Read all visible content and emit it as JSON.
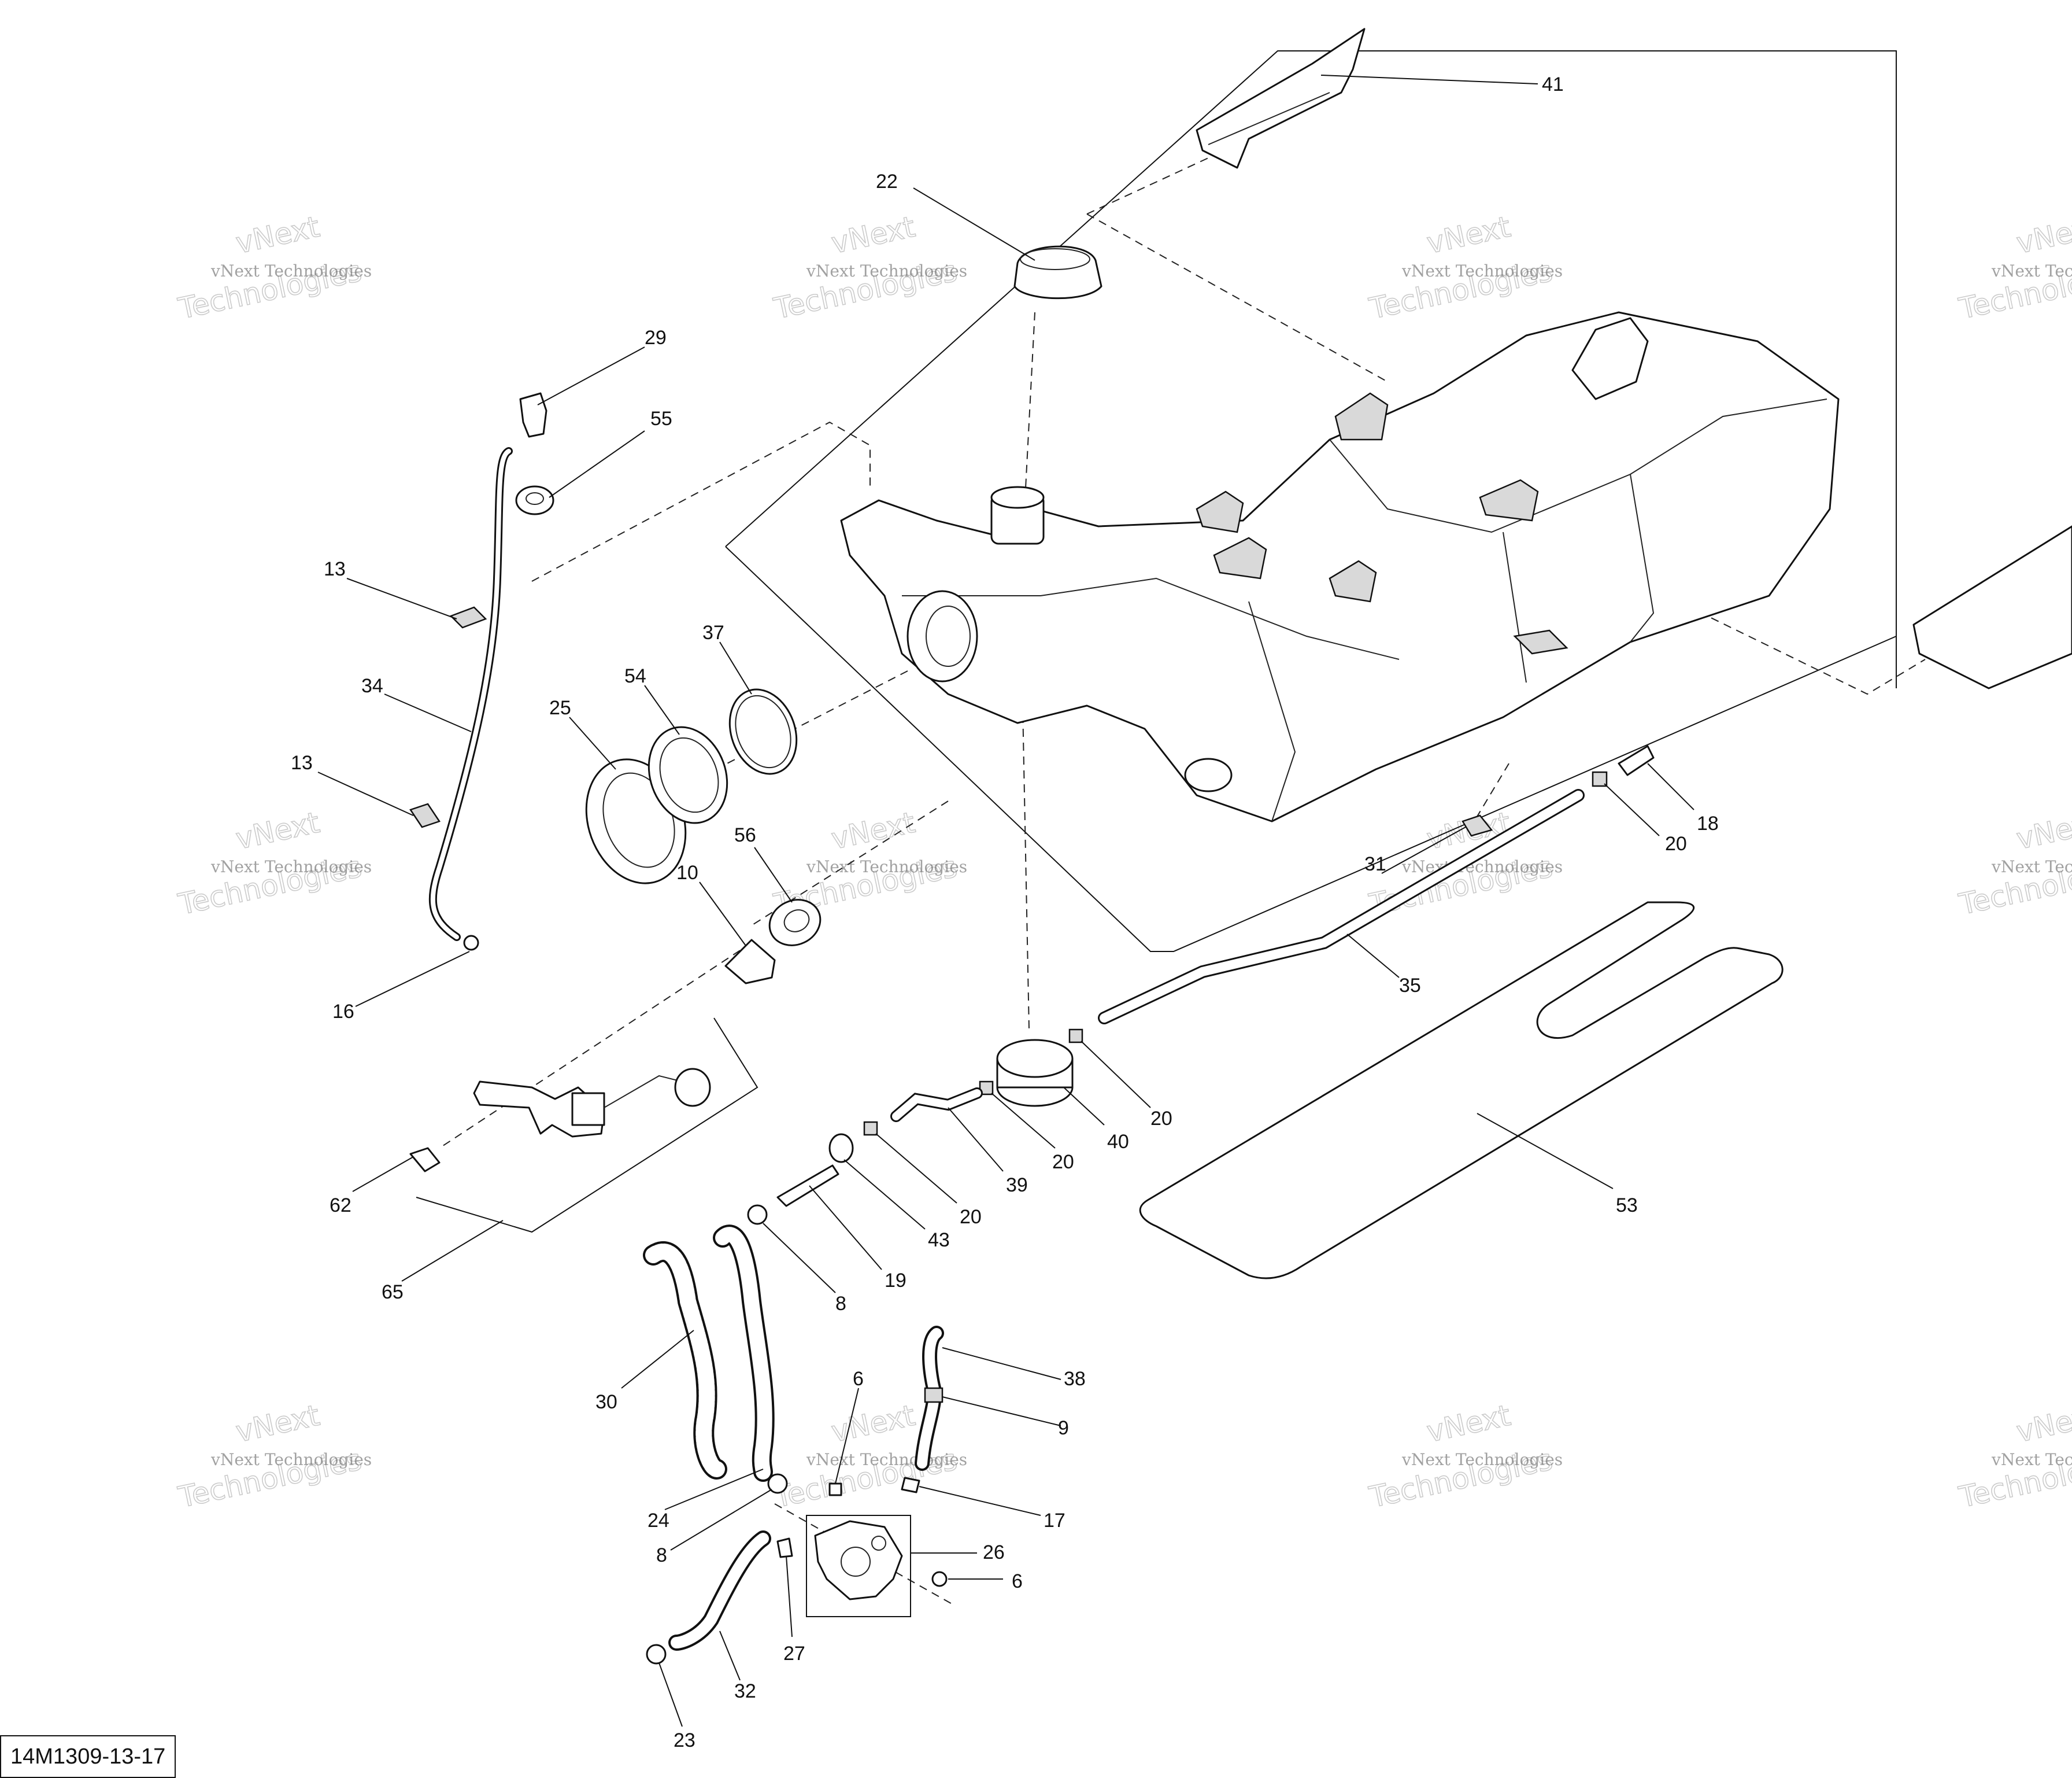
{
  "diagram_code": "14M1309-13-17",
  "watermark": {
    "line1": "vNext",
    "line2": "vNext Technologies",
    "line3": "Technologies"
  },
  "callouts": {
    "p41": "41",
    "p22": "22",
    "p29": "29",
    "p55": "55",
    "p13a": "13",
    "p34": "34",
    "p13b": "13",
    "p16": "16",
    "p25": "25",
    "p54": "54",
    "p37": "37",
    "p10": "10",
    "p56": "56",
    "p62": "62",
    "p65": "65",
    "p31": "31",
    "p35": "35",
    "p20a": "20",
    "p18": "18",
    "p20b": "20",
    "p40": "40",
    "p20c": "20",
    "p39": "39",
    "p20d": "20",
    "p43": "43",
    "p19": "19",
    "p8a": "8",
    "p53": "53",
    "p30": "30",
    "p38": "38",
    "p9": "9",
    "p6a": "6",
    "p24": "24",
    "p8b": "8",
    "p17": "17",
    "p26": "26",
    "p6b": "6",
    "p27": "27",
    "p32": "32",
    "p23": "23"
  }
}
